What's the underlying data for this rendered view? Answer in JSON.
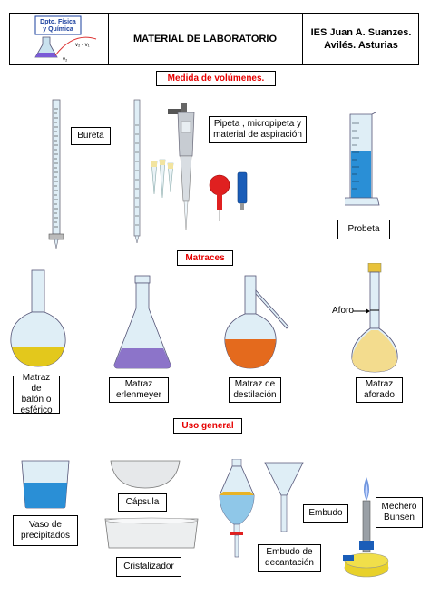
{
  "header": {
    "logo_text_1": "Dpto. Física",
    "logo_text_2": "y Química",
    "logo_formula": "v₂ - v₁",
    "logo_formula_2": "v₂",
    "title": "MATERIAL DE LABORATORIO",
    "school_line1": "IES Juan A. Suanzes.",
    "school_line2": "Avilés. Asturias"
  },
  "sections": {
    "volumes": "Medida de volúmenes.",
    "flasks": "Matraces",
    "general": "Uso general"
  },
  "labels": {
    "bureta": "Bureta",
    "pipeta_1": "Pipeta , micropipeta y",
    "pipeta_2": "material de aspiración",
    "probeta": "Probeta",
    "balon_1": "Matraz de",
    "balon_2": "balón o",
    "balon_3": "esférico",
    "erlen_1": "Matraz",
    "erlen_2": "erlenmeyer",
    "destil_1": "Matraz de",
    "destil_2": "destilación",
    "aforado_1": "Matraz",
    "aforado_2": "aforado",
    "aforo": "Aforo",
    "vaso_1": "Vaso de",
    "vaso_2": "precipitados",
    "capsula": "Cápsula",
    "cristalizador": "Cristalizador",
    "embudo": "Embudo",
    "decant_1": "Embudo de",
    "decant_2": "decantación",
    "mechero_1": "Mechero",
    "mechero_2": "Bunsen"
  },
  "colors": {
    "section_text": "#e60000",
    "liquid_blue": "#2a8fd6",
    "liquid_yellow": "#e3c81c",
    "liquid_purple": "#8c74c9",
    "liquid_orange": "#e46a1d",
    "glass": "#c9e2ef"
  }
}
